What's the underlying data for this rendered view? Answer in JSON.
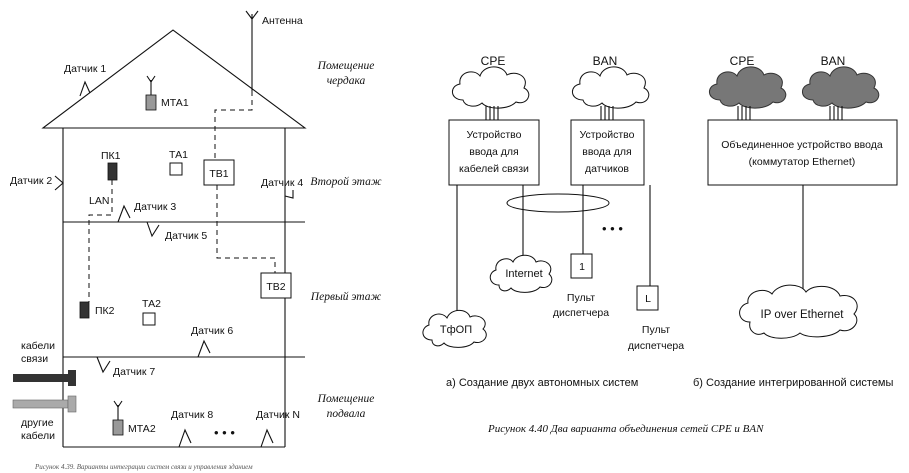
{
  "left": {
    "antenna": "Антенна",
    "zones": {
      "attic": [
        "Помещение",
        "чердака"
      ],
      "second": "Второй этаж",
      "first": "Первый этаж",
      "basement": [
        "Помещение",
        "подвала"
      ]
    },
    "sensors": {
      "d1": "Датчик 1",
      "d2": "Датчик 2",
      "d3": "Датчик 3",
      "d4": "Датчик 4",
      "d5": "Датчик 5",
      "d6": "Датчик 6",
      "d7": "Датчик 7",
      "d8": "Датчик 8",
      "dn": "Датчик N"
    },
    "devices": {
      "mta1": "МТА1",
      "mta2": "МТА2",
      "pk1": "ПК1",
      "pk2": "ПК2",
      "ta1": "ТА1",
      "ta2": "ТА2",
      "tv1": "ТВ1",
      "tv2": "ТВ2",
      "lan": "LAN"
    },
    "cables1": [
      "кабели",
      "связи"
    ],
    "cables2": [
      "другие",
      "кабели"
    ],
    "ellipsis": "• • •",
    "caption": "Рисунок 4.39. Варианты интеграции систем связи и управления зданием"
  },
  "right": {
    "a": {
      "cpe": "CPE",
      "ban": "BAN",
      "box1": [
        "Устройство",
        "ввода для",
        "кабелей связи"
      ],
      "box2": [
        "Устройство",
        "ввода для",
        "датчиков"
      ],
      "internet": "Internet",
      "tfop": "ТфОП",
      "one": "1",
      "l": "L",
      "pult1": [
        "Пульт",
        "диспетчера"
      ],
      "pult2": [
        "Пульт",
        "диспетчера"
      ],
      "dots": "• • •",
      "caption": "а) Создание двух автономных систем"
    },
    "b": {
      "cpe": "CPE",
      "ban": "BAN",
      "box": [
        "Объединенное устройство ввода",
        "(коммутатор Ethernet)"
      ],
      "ip": "IP over Ethernet",
      "caption": "б) Создание интегрированной системы"
    },
    "figure_caption": "Рисунок 4.40   Два варианта объединения сетей CPE и BAN"
  }
}
